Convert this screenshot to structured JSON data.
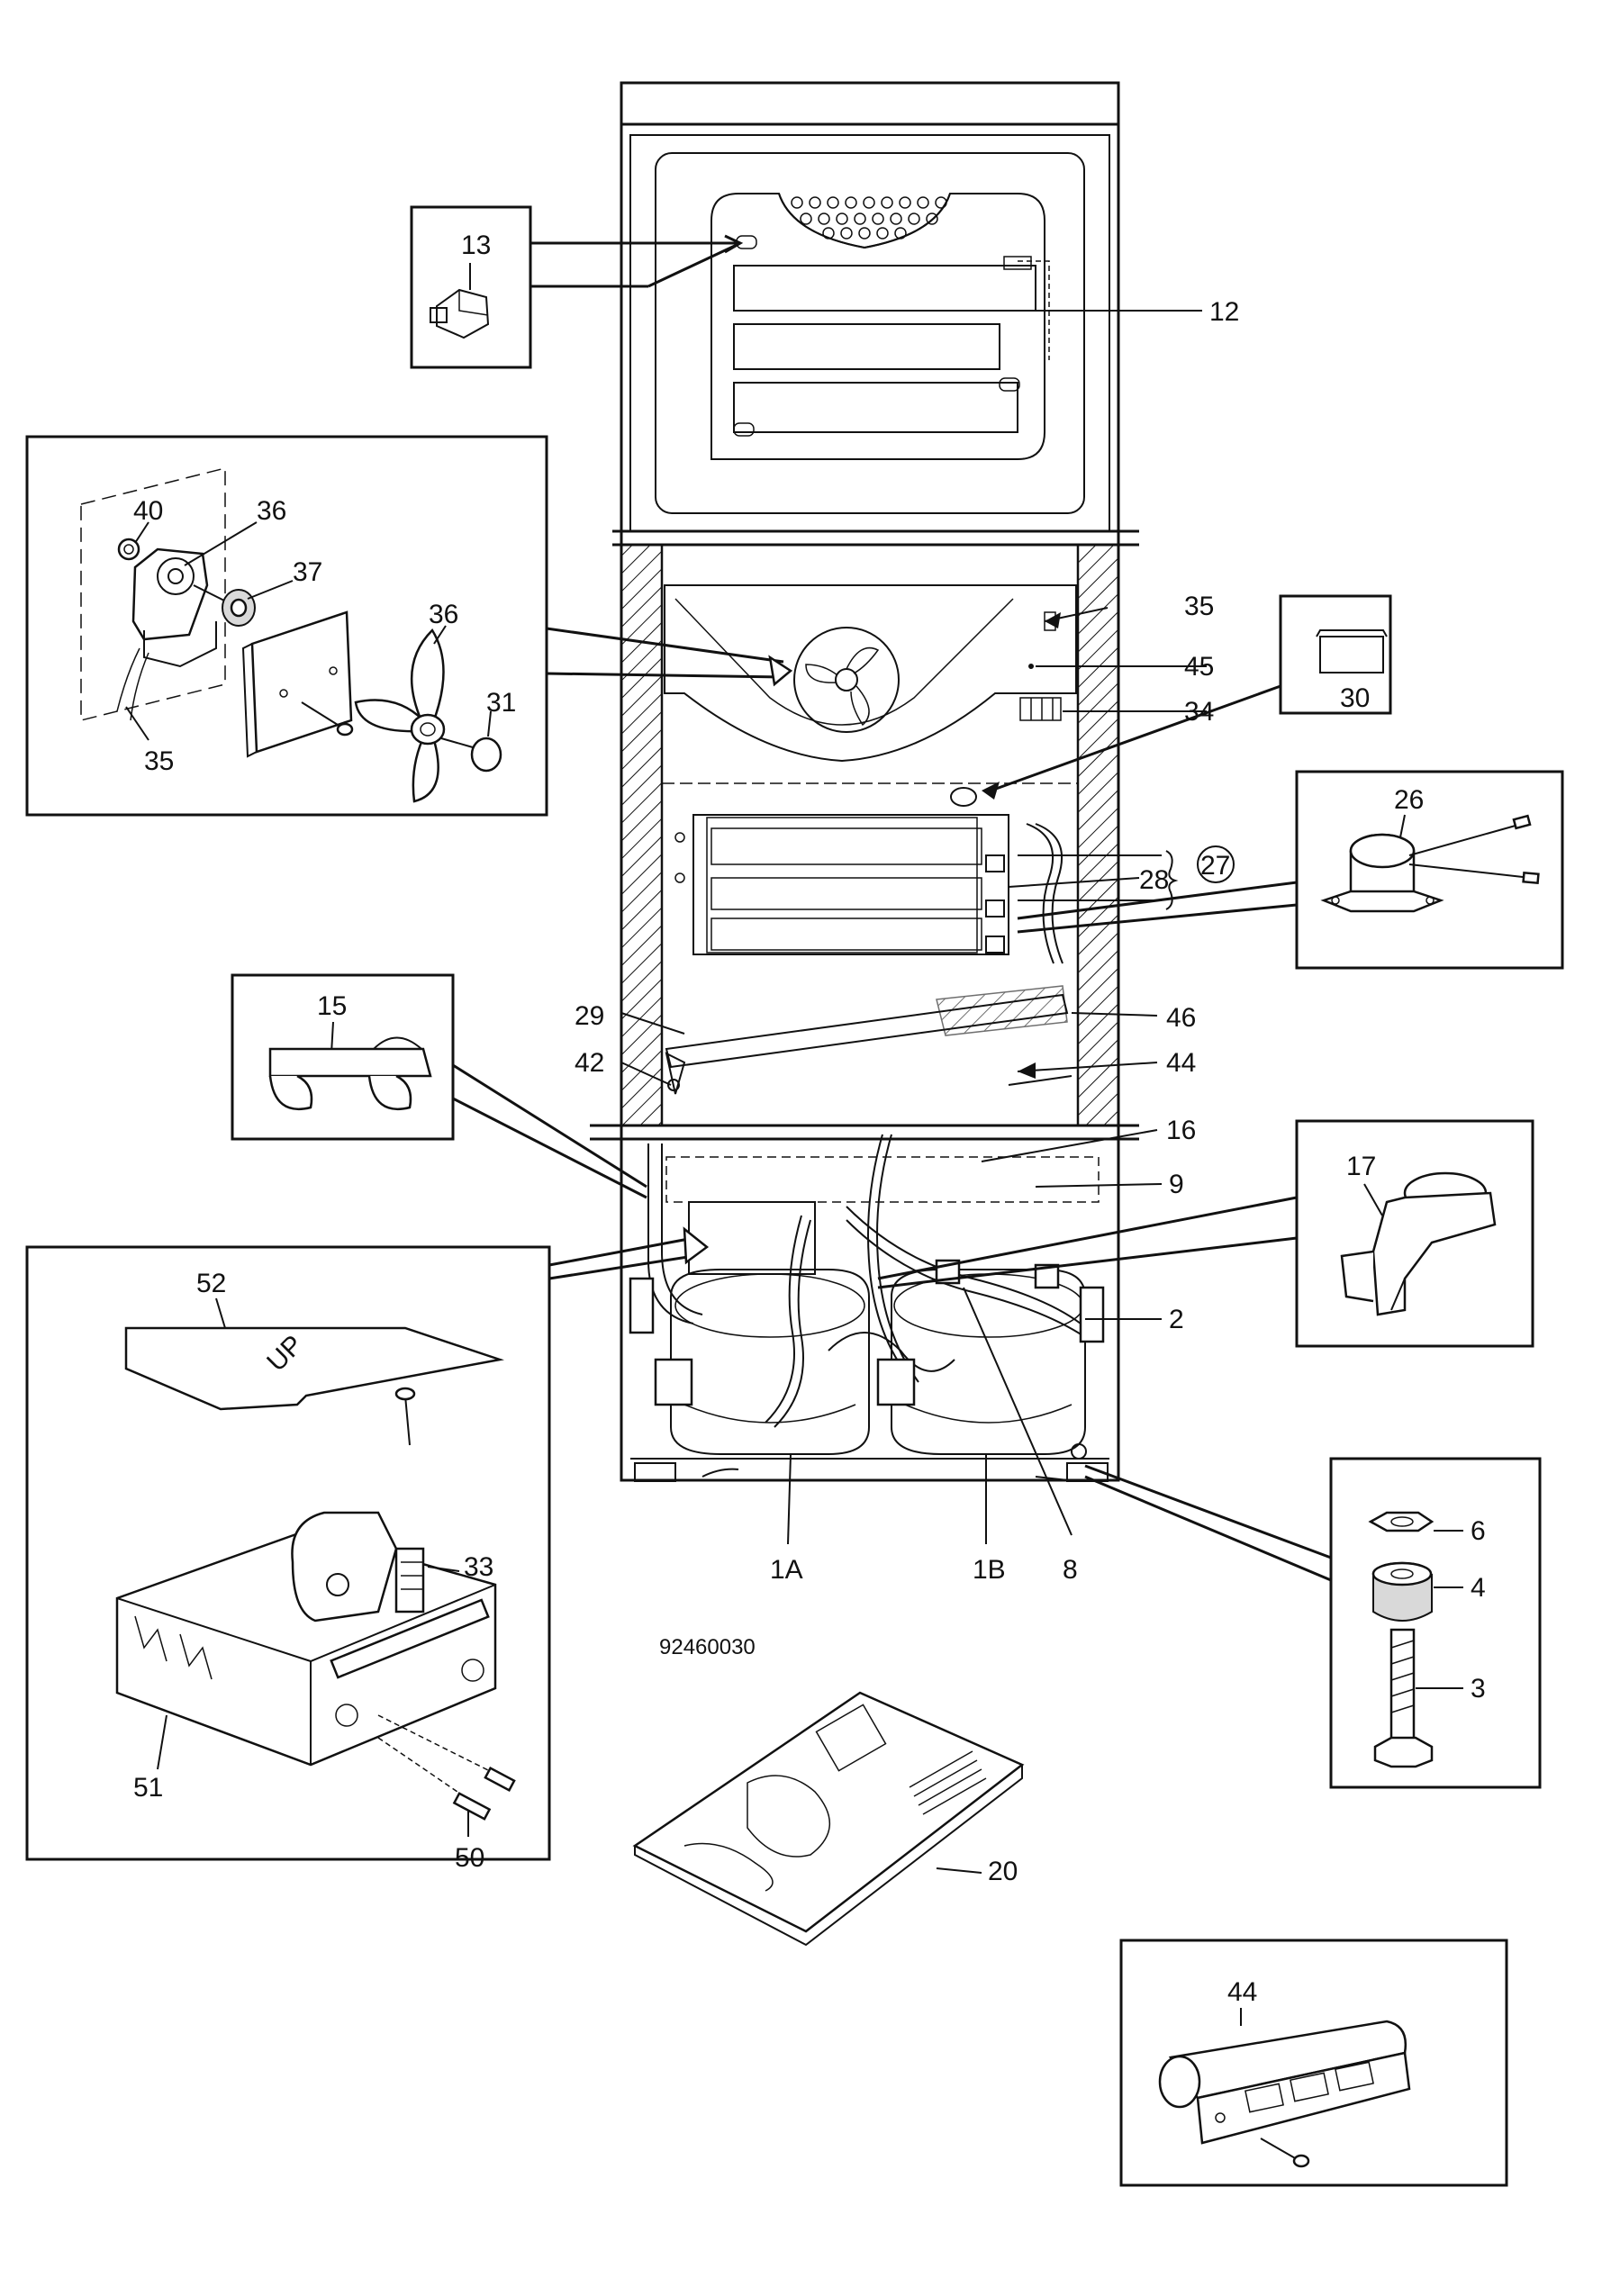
{
  "diagram": {
    "drawing_number": "92460030",
    "callouts": {
      "c1A": "1A",
      "c1B": "1B",
      "c2": "2",
      "c3": "3",
      "c4": "4",
      "c6": "6",
      "c8": "8",
      "c9": "9",
      "c12": "12",
      "c13": "13",
      "c15": "15",
      "c16": "16",
      "c17": "17",
      "c20": "20",
      "c26": "26",
      "c27": "27",
      "c28": "28",
      "c29": "29",
      "c30": "30",
      "c31": "31",
      "c33": "33",
      "c34": "34",
      "c35a": "35",
      "c35b": "35",
      "c36a": "36",
      "c36b": "36",
      "c37": "37",
      "c40": "40",
      "c42": "42",
      "c44a": "44",
      "c44b": "44",
      "c45": "45",
      "c46": "46",
      "c50": "50",
      "c51": "51",
      "c52": "52"
    },
    "cover_text": "UP"
  }
}
